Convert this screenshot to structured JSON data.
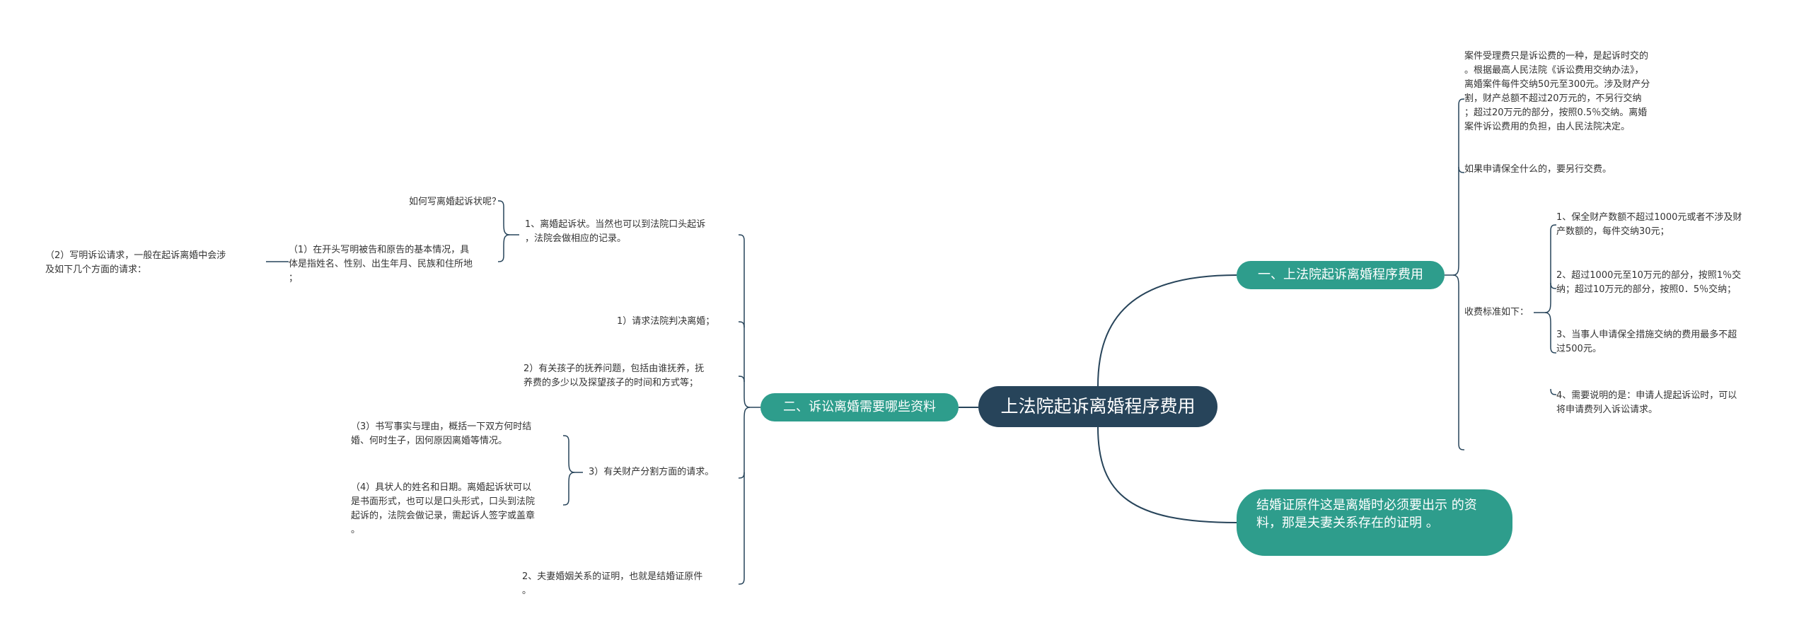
{
  "root": "上法院起诉离婚程序费用",
  "right_branch": {
    "label": "一、上法院起诉离婚程序费用",
    "fee_intro": "案件受理费只是诉讼费的一种，是起诉时交的\n。根据最高人民法院《诉讼费用交纳办法》，\n离婚案件每件交纳50元至300元。涉及财产分\n割，财产总额不超过20万元的，不另行交纳\n；超过20万元的部分，按照0.5％交纳。离婚\n案件诉讼费用的负担，由人民法院决定。",
    "preservation_note": "如果申请保全什么的，要另行交费。",
    "standards": {
      "label": "收费标准如下：",
      "items": [
        "1、保全财产数额不超过1000元或者不涉及财\n产数额的，每件交纳30元；",
        "2、超过1000元至10万元的部分，按照1％交\n纳；超过10万元的部分，按照0．5％交纳；",
        "3、当事人申请保全措施交纳的费用最多不超\n过500元。",
        "4、需要说明的是：申请人提起诉讼时，可以\n将申请费列入诉讼请求。"
      ]
    }
  },
  "right_cert": "结婚证原件这是离婚时必须要出示\n的资料，那是夫妻关系存在的证明\n。",
  "left_branch": {
    "label": "二、诉讼离婚需要哪些资料",
    "complaint": "1、离婚起诉状。当然也可以到法院口头起诉\n，法院会做相应的记录。",
    "how_to": "如何写离婚起诉状呢？",
    "item1": "（1）在开头写明被告和原告的基本情况，具\n体是指姓名、性别、出生年月、民族和住所地\n；",
    "item2": "（2）写明诉讼请求，一般在起诉离婚中会涉\n及如下几个方面的请求：",
    "req1": "1）请求法院判决离婚；",
    "req2": "2）有关孩子的抚养问题，包括由谁抚养，抚\n养费的多少以及探望孩子的时间和方式等；",
    "req3": "3）有关财产分割方面的请求。",
    "item3": "（3）书写事实与理由，概括一下双方何时结\n婚、何时生子，因何原因离婚等情况。",
    "item4": "（4）具状人的姓名和日期。离婚起诉状可以\n是书面形式，也可以是口头形式，口头到法院\n起诉的，法院会做记录，需起诉人签字或盖章\n。",
    "cert": "2、夫妻婚姻关系的证明，也就是结婚证原件\n。"
  },
  "colors": {
    "root_bg": "#27445a",
    "main_bg": "#2e9d8c",
    "line": "#27445a",
    "text": "#333333"
  }
}
